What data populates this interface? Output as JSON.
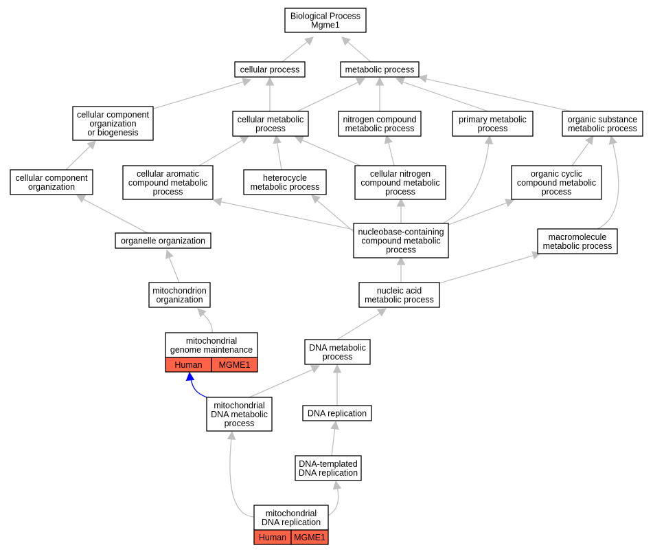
{
  "colors": {
    "node_border": "#000000",
    "edge": "#c0c0c0",
    "highlight_edge": "#0000ff",
    "annotation_fill": "#ff6347"
  },
  "nodes": {
    "bp": [
      "Biological Process",
      "Mgme1"
    ],
    "cellular_process": [
      "cellular process"
    ],
    "metabolic_process": [
      "metabolic process"
    ],
    "ccob": [
      "cellular component",
      "organization",
      "or biogenesis"
    ],
    "cellular_metabolic": [
      "cellular metabolic",
      "process"
    ],
    "nitrogen_compound": [
      "nitrogen compound",
      "metabolic process"
    ],
    "primary_metabolic": [
      "primary metabolic",
      "process"
    ],
    "organic_substance": [
      "organic substance",
      "metabolic process"
    ],
    "cco": [
      "cellular component",
      "organization"
    ],
    "aromatic": [
      "cellular aromatic",
      "compound metabolic",
      "process"
    ],
    "heterocycle": [
      "heterocycle",
      "metabolic process"
    ],
    "cellular_nitrogen": [
      "cellular nitrogen",
      "compound metabolic",
      "process"
    ],
    "organic_cyclic": [
      "organic cyclic",
      "compound metabolic",
      "process"
    ],
    "organelle": [
      "organelle organization"
    ],
    "nucleobase": [
      "nucleobase-containing",
      "compound metabolic",
      "process"
    ],
    "macromolecule": [
      "macromolecule",
      "metabolic process"
    ],
    "mito_org": [
      "mitochondrion",
      "organization"
    ],
    "nucleic_acid": [
      "nucleic acid",
      "metabolic process"
    ],
    "mito_genome": [
      "mitochondrial",
      "genome maintenance"
    ],
    "dna_metabolic": [
      "DNA metabolic",
      "process"
    ],
    "mito_dna_metabolic": [
      "mitochondrial",
      "DNA metabolic",
      "process"
    ],
    "dna_replication": [
      "DNA replication"
    ],
    "dna_templated": [
      "DNA-templated",
      "DNA replication"
    ],
    "mito_dna_replication": [
      "mitochondrial",
      "DNA replication"
    ]
  },
  "annotations": {
    "mito_genome": [
      "Human",
      "MGME1"
    ],
    "mito_dna_replication": [
      "Human",
      "MGME1"
    ]
  }
}
